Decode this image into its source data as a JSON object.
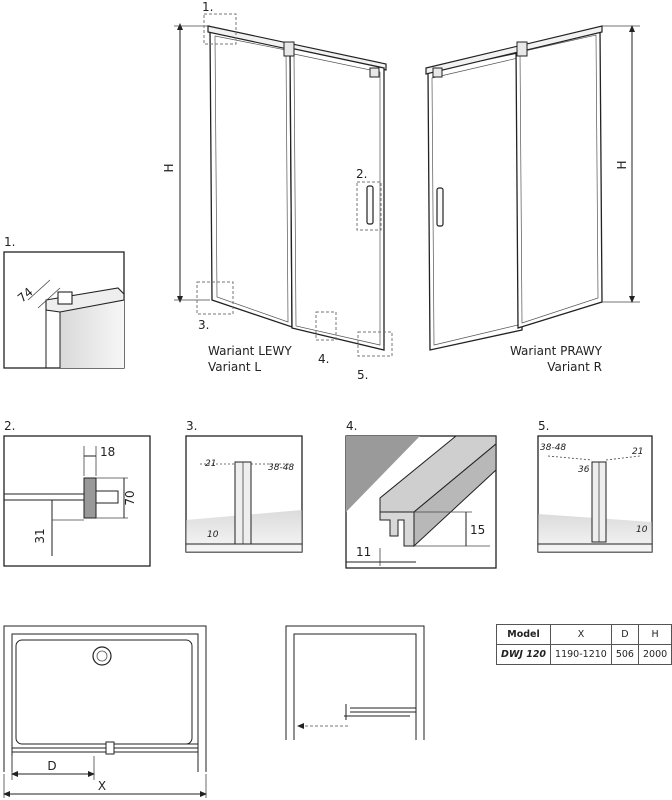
{
  "door_views": {
    "height_label": "H",
    "left_variant": {
      "line1": "Wariant LEWY",
      "line2": "Variant L"
    },
    "right_variant": {
      "line1": "Wariant PRAWY",
      "line2": "Variant R"
    },
    "callouts": [
      "1.",
      "2.",
      "3.",
      "4.",
      "5."
    ]
  },
  "details": {
    "d1": {
      "label": "1.",
      "dim": "74"
    },
    "d2": {
      "label": "2.",
      "dims": [
        "18",
        "70",
        "31"
      ]
    },
    "d3": {
      "label": "3.",
      "dims": [
        "21",
        "38-48",
        "10"
      ]
    },
    "d4": {
      "label": "4.",
      "dims": [
        "15",
        "11"
      ]
    },
    "d5": {
      "label": "5.",
      "dims": [
        "38-48",
        "21",
        "36",
        "10"
      ]
    }
  },
  "plan_view": {
    "dim_d": "D",
    "dim_x": "X"
  },
  "spec_table": {
    "headers": [
      "Model",
      "X",
      "D",
      "H"
    ],
    "rows": [
      [
        "DWJ 120",
        "1190-1210",
        "506",
        "2000"
      ]
    ]
  }
}
